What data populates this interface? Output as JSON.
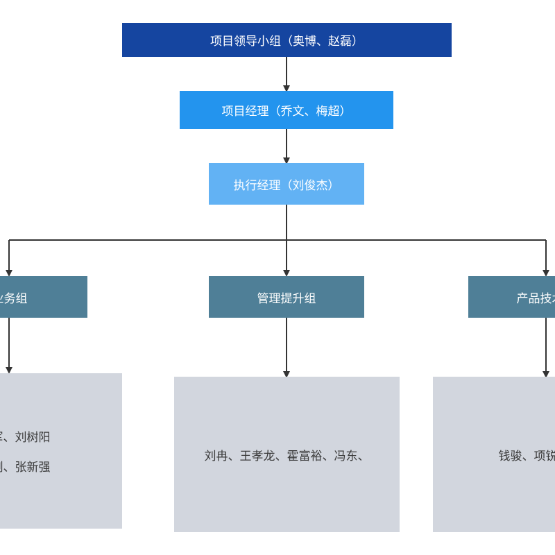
{
  "lead": {
    "label": "项目领导小组（奥博、赵磊）"
  },
  "pm": {
    "label": "项目经理（乔文、梅超）"
  },
  "exec": {
    "label": "执行经理（刘俊杰）"
  },
  "groups": [
    {
      "label": "业务组",
      "members": [
        "高海军、刘树阳",
        "李建刚、张新强"
      ]
    },
    {
      "label": "管理提升组",
      "members": [
        "刘冉、王孝龙、霍富裕、冯东、"
      ]
    },
    {
      "label": "产品技术组",
      "members": [
        "钱骏、项锐、郭静"
      ]
    }
  ],
  "colors": {
    "lead": "#1545a0",
    "pm": "#2394ee",
    "exec": "#62b2f4",
    "group": "#4f7f97",
    "member": "#d2d6de",
    "connector": "#333333"
  }
}
